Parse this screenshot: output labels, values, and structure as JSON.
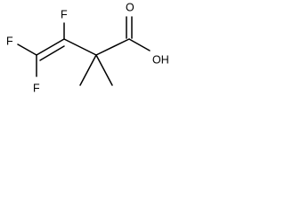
{
  "molecule": {
    "atoms": {
      "f_top": "F",
      "f_left": "F",
      "f_bottom": "F",
      "o_carbonyl": "O",
      "oh": "OH"
    }
  }
}
